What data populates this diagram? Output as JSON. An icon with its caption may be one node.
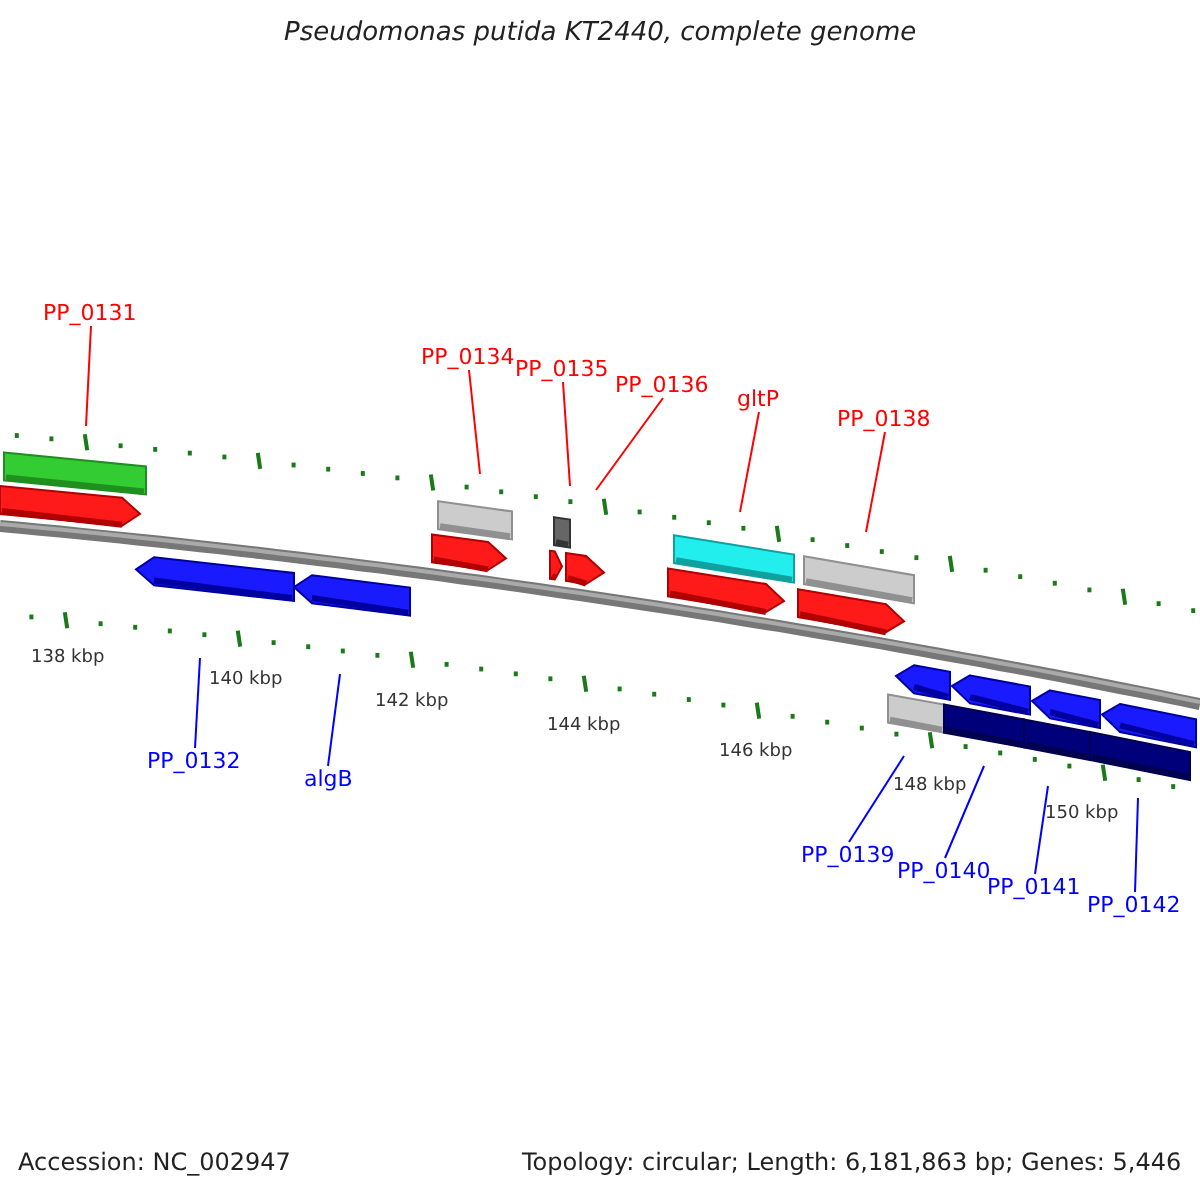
{
  "diagram": {
    "title": "Pseudomonas putida KT2440, complete genome",
    "nodes": [
      {
        "text": [
          "PP_0131"
        ]
      },
      {
        "text": [
          "PP_0134"
        ]
      },
      {
        "text": [
          "PP_0135"
        ]
      },
      {
        "text": [
          "PP_0136"
        ]
      },
      {
        "text": [
          "gltP"
        ]
      },
      {
        "text": [
          "PP_0138"
        ]
      },
      {
        "text": [
          "PP_0132"
        ]
      },
      {
        "text": [
          "algB"
        ]
      },
      {
        "text": [
          "PP_0139"
        ]
      },
      {
        "text": [
          "PP_0140"
        ]
      },
      {
        "text": [
          "PP_0141"
        ]
      },
      {
        "text": [
          "PP_0142"
        ]
      }
    ],
    "edges": [
      {
        "from": 0,
        "to": null,
        "arrow": "none"
      },
      {
        "from": 1,
        "to": null,
        "arrow": "none"
      },
      {
        "from": 2,
        "to": null,
        "arrow": "none"
      },
      {
        "from": 3,
        "to": null,
        "arrow": "none"
      },
      {
        "from": 4,
        "to": null,
        "arrow": "none"
      },
      {
        "from": 5,
        "to": null,
        "arrow": "none"
      },
      {
        "from": 6,
        "to": null,
        "arrow": "none",
        "color": "#0000ff"
      },
      {
        "from": 7,
        "to": null,
        "arrow": "none",
        "color": "#0000ff"
      },
      {
        "from": 8,
        "to": null,
        "arrow": "none",
        "color": "#0000ff"
      },
      {
        "from": 9,
        "to": null,
        "arrow": "none",
        "color": "#0000ff"
      },
      {
        "from": 10,
        "to": null,
        "arrow": "none",
        "color": "#0000ff"
      },
      {
        "from": 11,
        "to": null,
        "arrow": "none",
        "color": "#0000ff"
      }
    ],
    "labels": [
      "138 kbp",
      "140 kbp",
      "142 kbp",
      "144 kbp",
      "146 kbp",
      "148 kbp",
      "150 kbp",
      "Accession: NC_002947",
      "Topology: circular; Length: 6,181,863 bp; Genes: 5,446"
    ]
  }
}
